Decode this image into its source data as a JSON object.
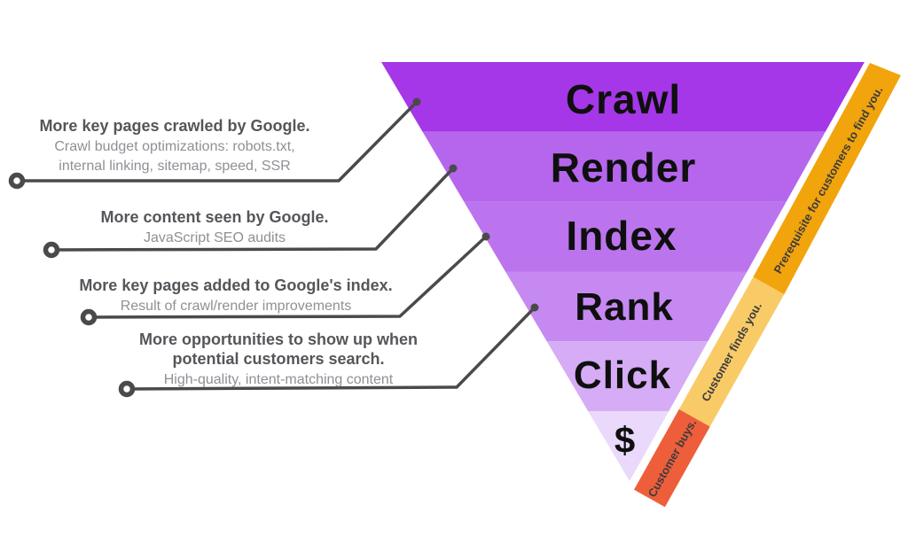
{
  "canvas": {
    "background": "#ffffff"
  },
  "funnel": {
    "label_color": "#0f0f0f",
    "stages": [
      {
        "label": "Crawl",
        "color": "#A537E8"
      },
      {
        "label": "Render",
        "color": "#B566EC"
      },
      {
        "label": "Index",
        "color": "#BB74EE"
      },
      {
        "label": "Rank",
        "color": "#C689F1"
      },
      {
        "label": "Click",
        "color": "#D5ACF5"
      },
      {
        "label": "$",
        "color": "#EAD9FB"
      }
    ]
  },
  "banner": {
    "text_color": "#3c3c3c",
    "segments": [
      {
        "label": "Prerequisite for customers to find you.",
        "color": "#F2A40D"
      },
      {
        "label": "Customer finds you.",
        "color": "#F9CB67"
      },
      {
        "label": "Customer buys.",
        "color": "#EE5E3B"
      }
    ]
  },
  "annotations": [
    {
      "heading": "More key pages crawled by Google.",
      "detail": "Crawl budget optimizations: robots.txt,\ninternal linking, sitemap, speed, SSR"
    },
    {
      "heading": "More content seen by Google.",
      "detail": "JavaScript SEO audits"
    },
    {
      "heading": "More key pages added to Google's index.",
      "detail": "Result of crawl/render improvements"
    },
    {
      "heading": "More opportunities to show up when\npotential customers search.",
      "detail": "High-quality, intent-matching content"
    }
  ],
  "callout": {
    "line_color": "#4a4a4a"
  }
}
